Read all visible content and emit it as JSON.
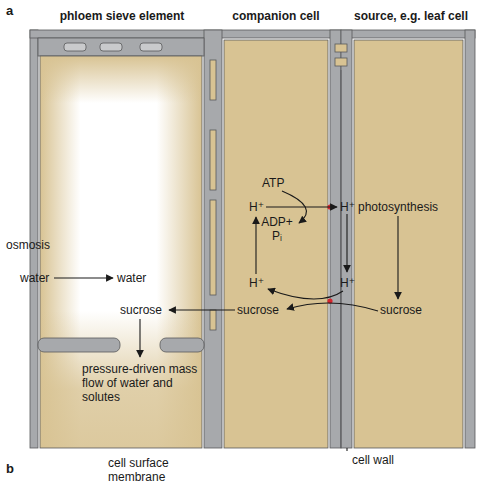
{
  "diagram": {
    "nodes": [
      {
        "text": [
          "phloem sieve element",
          "water",
          "sucrose",
          "pressure-driven mass flow of water and solutes"
        ]
      },
      {
        "text": [
          "companion cell",
          "ATP",
          "H⁺",
          "ADP+ Pᵢ",
          "H⁺",
          "sucrose"
        ]
      },
      {
        "text": [
          "source, e.g. leaf cell",
          "photosynthesis",
          "sucrose"
        ]
      }
    ],
    "labels": [
      "a",
      "osmosis",
      "water",
      "H⁺",
      "H⁺",
      "cell wall",
      "b",
      "cell surface membrane"
    ]
  }
}
